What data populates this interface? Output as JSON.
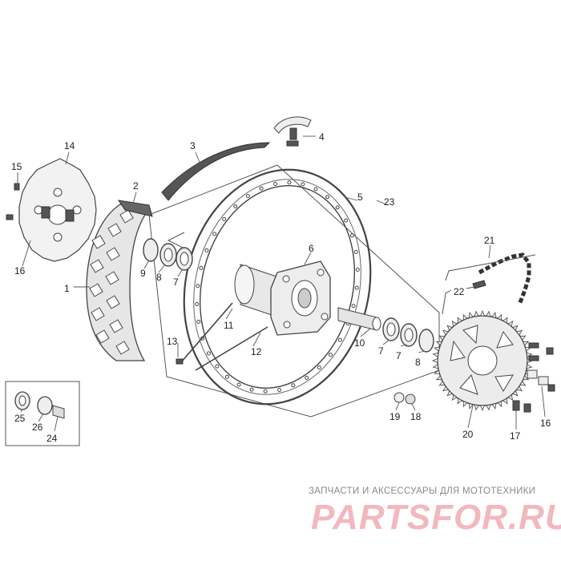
{
  "diagram": {
    "callouts": [
      {
        "id": "c1",
        "label": "1"
      },
      {
        "id": "c2",
        "label": "2"
      },
      {
        "id": "c3",
        "label": "3"
      },
      {
        "id": "c4",
        "label": "4"
      },
      {
        "id": "c5",
        "label": "5"
      },
      {
        "id": "c6",
        "label": "6"
      },
      {
        "id": "c7a",
        "label": "7"
      },
      {
        "id": "c7b",
        "label": "7"
      },
      {
        "id": "c7c",
        "label": "7"
      },
      {
        "id": "c8a",
        "label": "8"
      },
      {
        "id": "c8b",
        "label": "8"
      },
      {
        "id": "c9",
        "label": "9"
      },
      {
        "id": "c10",
        "label": "10"
      },
      {
        "id": "c11",
        "label": "11"
      },
      {
        "id": "c12",
        "label": "12"
      },
      {
        "id": "c13",
        "label": "13"
      },
      {
        "id": "c14",
        "label": "14"
      },
      {
        "id": "c15",
        "label": "15"
      },
      {
        "id": "c16a",
        "label": "16"
      },
      {
        "id": "c16b",
        "label": "16"
      },
      {
        "id": "c17",
        "label": "17"
      },
      {
        "id": "c18",
        "label": "18"
      },
      {
        "id": "c19",
        "label": "19"
      },
      {
        "id": "c20",
        "label": "20"
      },
      {
        "id": "c21",
        "label": "21"
      },
      {
        "id": "c22",
        "label": "22"
      },
      {
        "id": "c23",
        "label": "23"
      },
      {
        "id": "c24",
        "label": "24"
      },
      {
        "id": "c25",
        "label": "25"
      },
      {
        "id": "c26",
        "label": "26"
      }
    ]
  },
  "watermark": {
    "tagline": "ЗАПЧАСТИ И АКСЕССУАРЫ ДЛЯ МОТОТЕХНИКИ",
    "logo": "PARTSFOR.RU"
  },
  "colors": {
    "line": "#555555",
    "watermark": "#f2b8bd"
  }
}
